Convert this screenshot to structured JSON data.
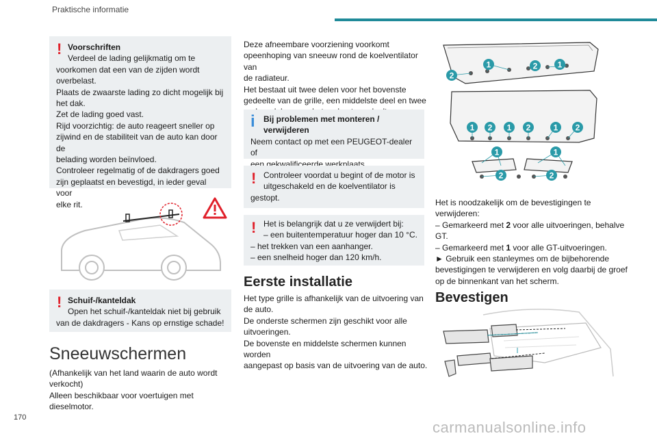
{
  "header": {
    "title": "Praktische informatie"
  },
  "page_number": "170",
  "watermark": "carmanualsonline.info",
  "left": {
    "box1": {
      "title": "Voorschriften",
      "lines": [
        "Verdeel de lading gelijkmatig om te",
        "voorkomen dat een van de zijden wordt",
        "overbelast.",
        "Plaats de zwaarste lading zo dicht mogelijk bij",
        "het dak.",
        "Zet de lading goed vast.",
        "Rijd voorzichtig: de auto reageert sneller op",
        "zijwind en de stabiliteit van de auto kan door de",
        "belading worden beïnvloed.",
        "Controleer regelmatig of de dakdragers goed",
        "zijn geplaatst en bevestigd, in ieder geval voor",
        "elke rit."
      ]
    },
    "box2": {
      "title": "Schuif-/kanteldak",
      "lines": [
        "Open het schuif-/kanteldak niet bij gebruik",
        "van de dakdragers - Kans op ernstige schade!"
      ]
    },
    "heading": "Sneeuwschermen",
    "para": [
      "(Afhankelijk van het land waarin de auto wordt",
      "verkocht)",
      "Alleen beschikbaar voor voertuigen met dieselmotor."
    ]
  },
  "middle": {
    "para1": [
      "Deze afneembare voorziening voorkomt",
      "opeenhoping van sneeuw rond de koelventilator van",
      "de radiateur.",
      "Het bestaat uit twee delen voor het bovenste",
      "gedeelte van de grille, een middelste deel en twee",
      "andere delen voor het onderste gedeelte."
    ],
    "box_info": {
      "title_lines": [
        "Bij problemen met monteren /",
        "verwijderen"
      ],
      "lines": [
        "Neem contact op met een PEUGEOT-dealer of",
        "een gekwalificeerde werkplaats."
      ]
    },
    "box_warn1": {
      "lines": [
        "Controleer voordat u begint of de motor is",
        "uitgeschakeld en de koelventilator is",
        "gestopt."
      ]
    },
    "box_warn2": {
      "lines": [
        "Het is belangrijk dat u ze verwijdert bij:",
        "–  een buitentemperatuur hoger dan 10 °C.",
        "–  het trekken van een aanhanger.",
        "–  een snelheid hoger dan 120 km/h."
      ]
    },
    "heading": "Eerste installatie",
    "para2": [
      "Het type grille is afhankelijk van de uitvoering van",
      "de auto.",
      "De onderste schermen zijn geschikt voor alle",
      "uitvoeringen.",
      "De bovenste en middelste schermen kunnen worden",
      "aangepast op basis van de uitvoering van de auto."
    ]
  },
  "right": {
    "labels": {
      "one": "1",
      "two": "2"
    },
    "para": {
      "l1": "Het is noodzakelijk om de bevestigingen te",
      "l2": "verwijderen:",
      "l3a": "–  Gemarkeerd met ",
      "l3b": "2",
      "l3c": " voor alle uitvoeringen, behalve",
      "l4": "GT.",
      "l5a": "–  Gemarkeerd met ",
      "l5b": "1",
      "l5c": " voor alle GT-uitvoeringen.",
      "l6": "►  Gebruik een stanleymes om de bijbehorende",
      "l7": "bevestigingen te verwijderen en volg daarbij de groef",
      "l8": "op de binnenkant van het scherm."
    },
    "heading": "Bevestigen"
  },
  "colors": {
    "accent": "#1f8a99",
    "warning": "#e0202a",
    "info": "#3a8dd9",
    "box": "#eceff1",
    "label": "#2a9aa8"
  }
}
